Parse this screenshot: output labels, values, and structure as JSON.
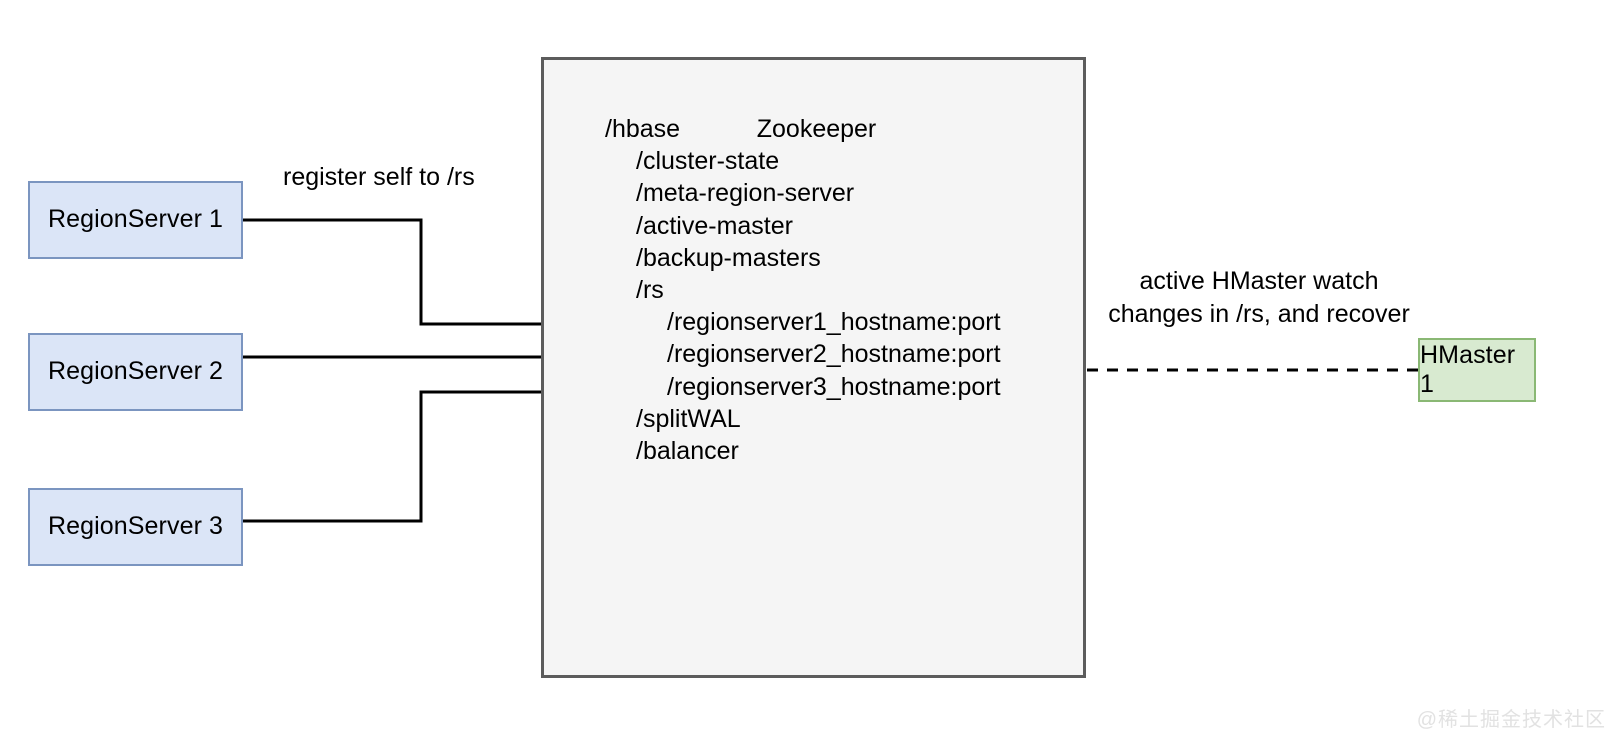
{
  "diagram": {
    "title_watermark": "@稀土掘金技术社区",
    "zookeeper": {
      "title": "Zookeeper",
      "tree": [
        {
          "level": 0,
          "label": "/hbase"
        },
        {
          "level": 1,
          "label": "/cluster-state"
        },
        {
          "level": 1,
          "label": "/meta-region-server"
        },
        {
          "level": 1,
          "label": "/active-master"
        },
        {
          "level": 1,
          "label": "/backup-masters"
        },
        {
          "level": 1,
          "label": "/rs"
        },
        {
          "level": 2,
          "label": "/regionserver1_hostname:port"
        },
        {
          "level": 2,
          "label": "/regionserver2_hostname:port"
        },
        {
          "level": 2,
          "label": "/regionserver3_hostname:port"
        },
        {
          "level": 1,
          "label": "/splitWAL"
        },
        {
          "level": 1,
          "label": "/balancer"
        }
      ]
    },
    "region_servers": [
      {
        "label": "RegionServer 1"
      },
      {
        "label": "RegionServer 2"
      },
      {
        "label": "RegionServer 3"
      }
    ],
    "hmaster": {
      "label": "HMaster 1"
    },
    "edge_labels": {
      "register": "register self to /rs",
      "watch": "active HMaster watch changes in /rs, and recover"
    },
    "colors": {
      "regionserver_fill": "#dbe5f7",
      "regionserver_border": "#7b95c0",
      "hmaster_fill": "#d8ead0",
      "hmaster_border": "#8ab874",
      "zookeeper_fill": "#f5f5f5",
      "zookeeper_border": "#5c5c5c",
      "connector": "#000000"
    }
  }
}
